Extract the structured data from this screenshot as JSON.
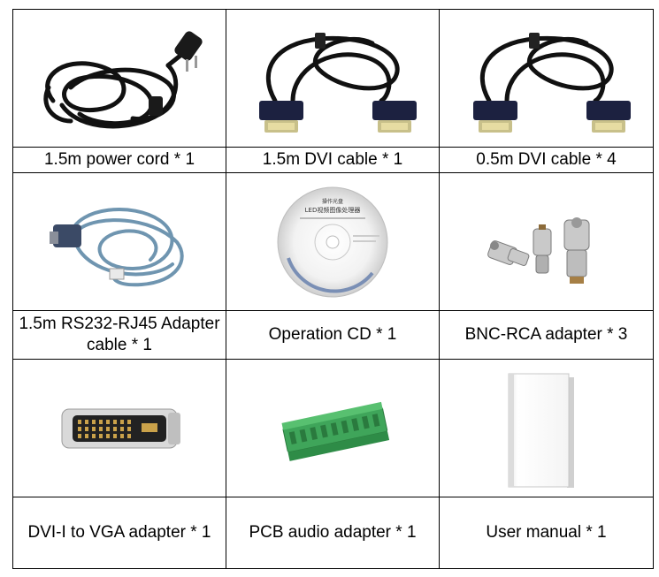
{
  "items": [
    {
      "label": "1.5m power cord * 1",
      "icon": "power-cord-icon"
    },
    {
      "label": "1.5m DVI cable * 1",
      "icon": "dvi-cable-icon"
    },
    {
      "label": "0.5m DVI cable * 4",
      "icon": "dvi-cable-icon"
    },
    {
      "label": "1.5m RS232-RJ45 Adapter cable * 1",
      "icon": "rs232-cable-icon"
    },
    {
      "label": "Operation CD * 1",
      "icon": "cd-icon"
    },
    {
      "label": "BNC-RCA adapter * 3",
      "icon": "bnc-adapter-icon"
    },
    {
      "label": "DVI-I to VGA adapter * 1",
      "icon": "dvi-vga-adapter-icon"
    },
    {
      "label": "PCB audio adapter * 1",
      "icon": "pcb-terminal-icon"
    },
    {
      "label": "User manual * 1",
      "icon": "manual-book-icon"
    }
  ],
  "cd": {
    "line1": "操作光盘",
    "line2": "LED视频图像处理器"
  }
}
